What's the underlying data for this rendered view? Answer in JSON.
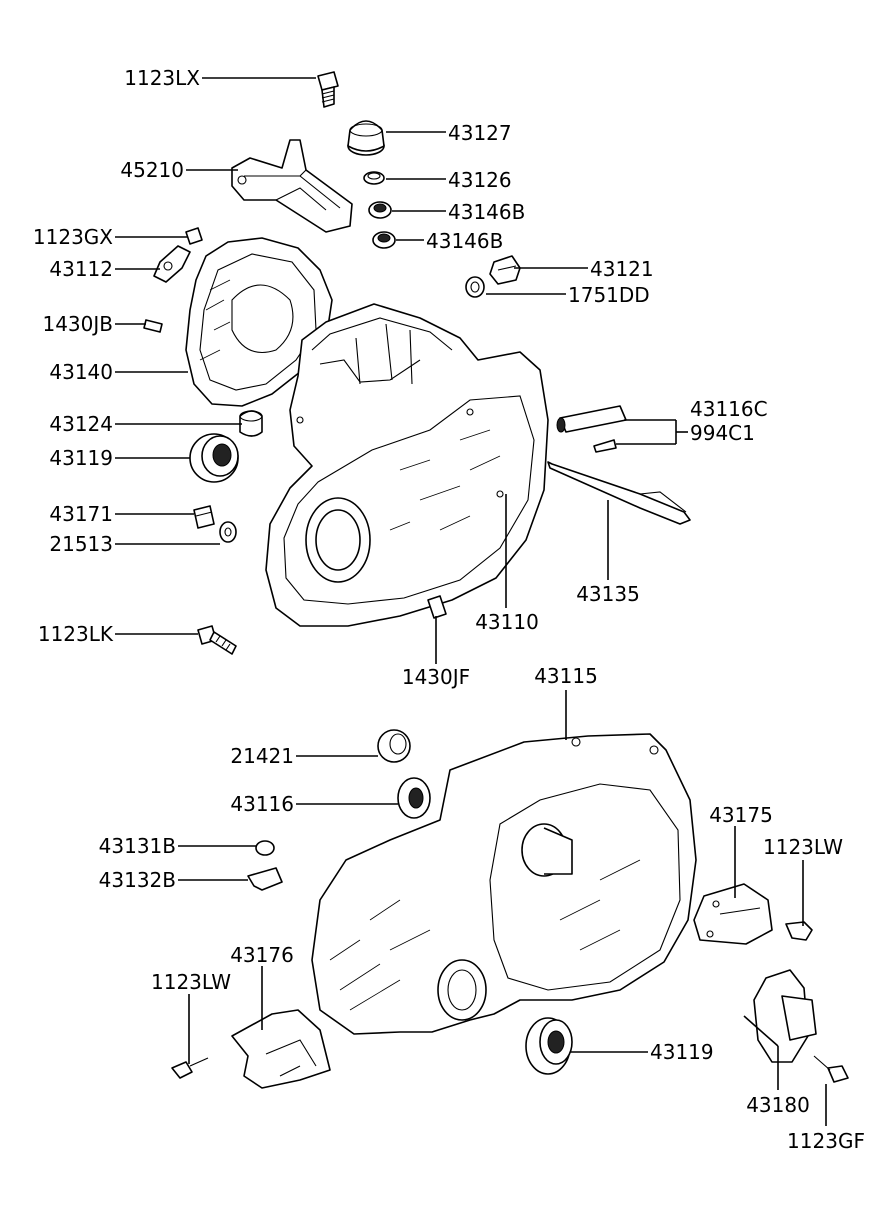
{
  "labels": {
    "p1123LX": "1123LX",
    "p43127": "43127",
    "p45210": "45210",
    "p43126": "43126",
    "p43146B_a": "43146B",
    "p1123GX": "1123GX",
    "p43146B_b": "43146B",
    "p43112": "43112",
    "p43121": "43121",
    "p1751DD": "1751DD",
    "p1430JB": "1430JB",
    "p43140": "43140",
    "p43116C": "43116C",
    "p994C1": "994C1",
    "p43124": "43124",
    "p43119_a": "43119",
    "p43171": "43171",
    "p21513": "21513",
    "p43135": "43135",
    "p43110": "43110",
    "p1123LK": "1123LK",
    "p1430JF": "1430JF",
    "p43115": "43115",
    "p21421": "21421",
    "p43116": "43116",
    "p43175": "43175",
    "p1123LW_a": "1123LW",
    "p43131B": "43131B",
    "p43132B": "43132B",
    "p43176": "43176",
    "p1123LW_b": "1123LW",
    "p43119_b": "43119",
    "p43180": "43180",
    "p1123GF": "1123GF"
  }
}
